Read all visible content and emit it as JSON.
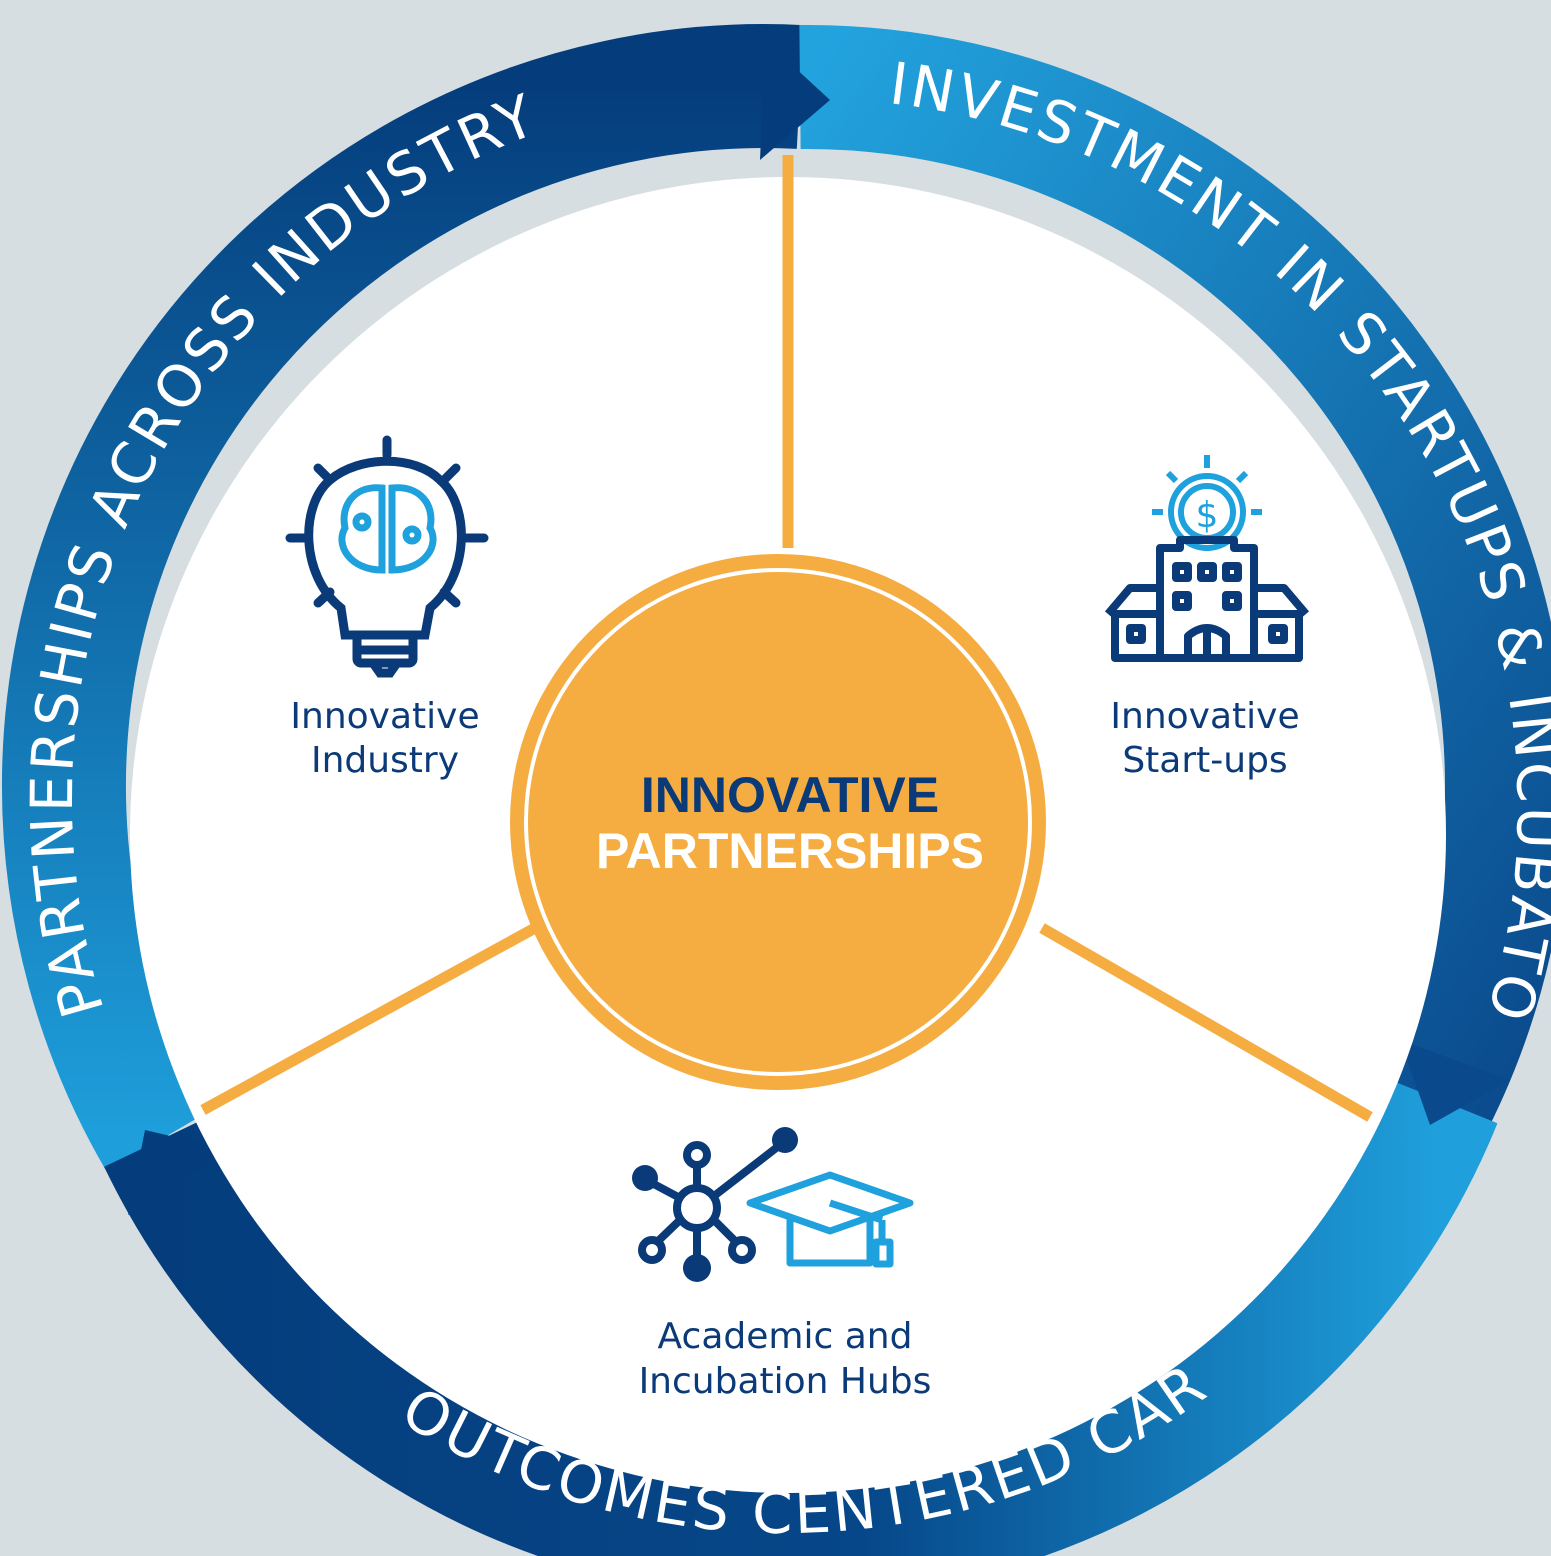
{
  "ring": {
    "top_left": "PARTNERSHIPS ACROSS INDUSTRY",
    "top_right": "INVESTMENT IN STARTUPS & INCUBATORS",
    "bottom": "OUTCOMES CENTERED CARE"
  },
  "center": {
    "line1": "INNOVATIVE",
    "line2": "PARTNERSHIPS"
  },
  "segments": {
    "industry": {
      "line1": "Innovative",
      "line2": "Industry",
      "icon": "lightbulb-brain-icon"
    },
    "startups": {
      "line1": "Innovative",
      "line2": "Start-ups",
      "icon": "startup-building-icon"
    },
    "academic": {
      "line1": "Academic and",
      "line2": "Incubation Hubs",
      "icon": "network-graduation-cap-icon"
    }
  },
  "colors": {
    "background": "#d7dee2",
    "dark_blue": "#053d7c",
    "light_blue": "#1ea1dc",
    "orange": "#f5ad42",
    "white": "#ffffff",
    "label_blue": "#0b3a78"
  }
}
